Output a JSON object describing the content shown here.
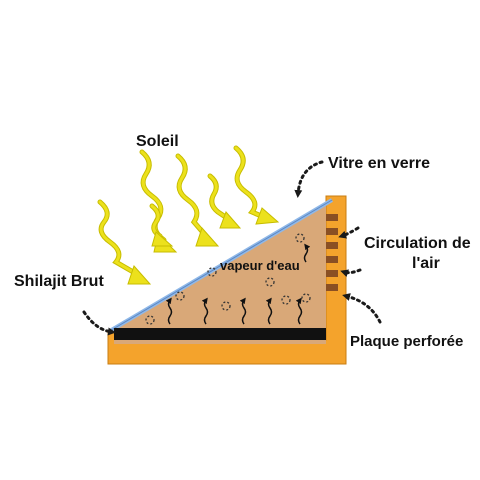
{
  "labels": {
    "sun": "Soleil",
    "glass": "Vitre en verre",
    "air_line1": "Circulation de",
    "air_line2": "l'air",
    "raw_shilajit": "Shilajit Brut",
    "perforated_plate": "Plaque perforée",
    "vapour": "vapeur d'eau"
  },
  "colors": {
    "frame": "#f4a32c",
    "interior": "#d9a878",
    "glass": "#8fb8e8",
    "sun_rays": "#ece11c",
    "plate": "#111111",
    "vents": "#8a4f23",
    "text": "#111111"
  },
  "icons": {
    "sun_rays": "wavy-arrow-icon",
    "vapour_up": "wavy-up-arrow-icon",
    "bubbles": "dotted-circle-icon",
    "pointers": "dotted-arrow-icon"
  }
}
